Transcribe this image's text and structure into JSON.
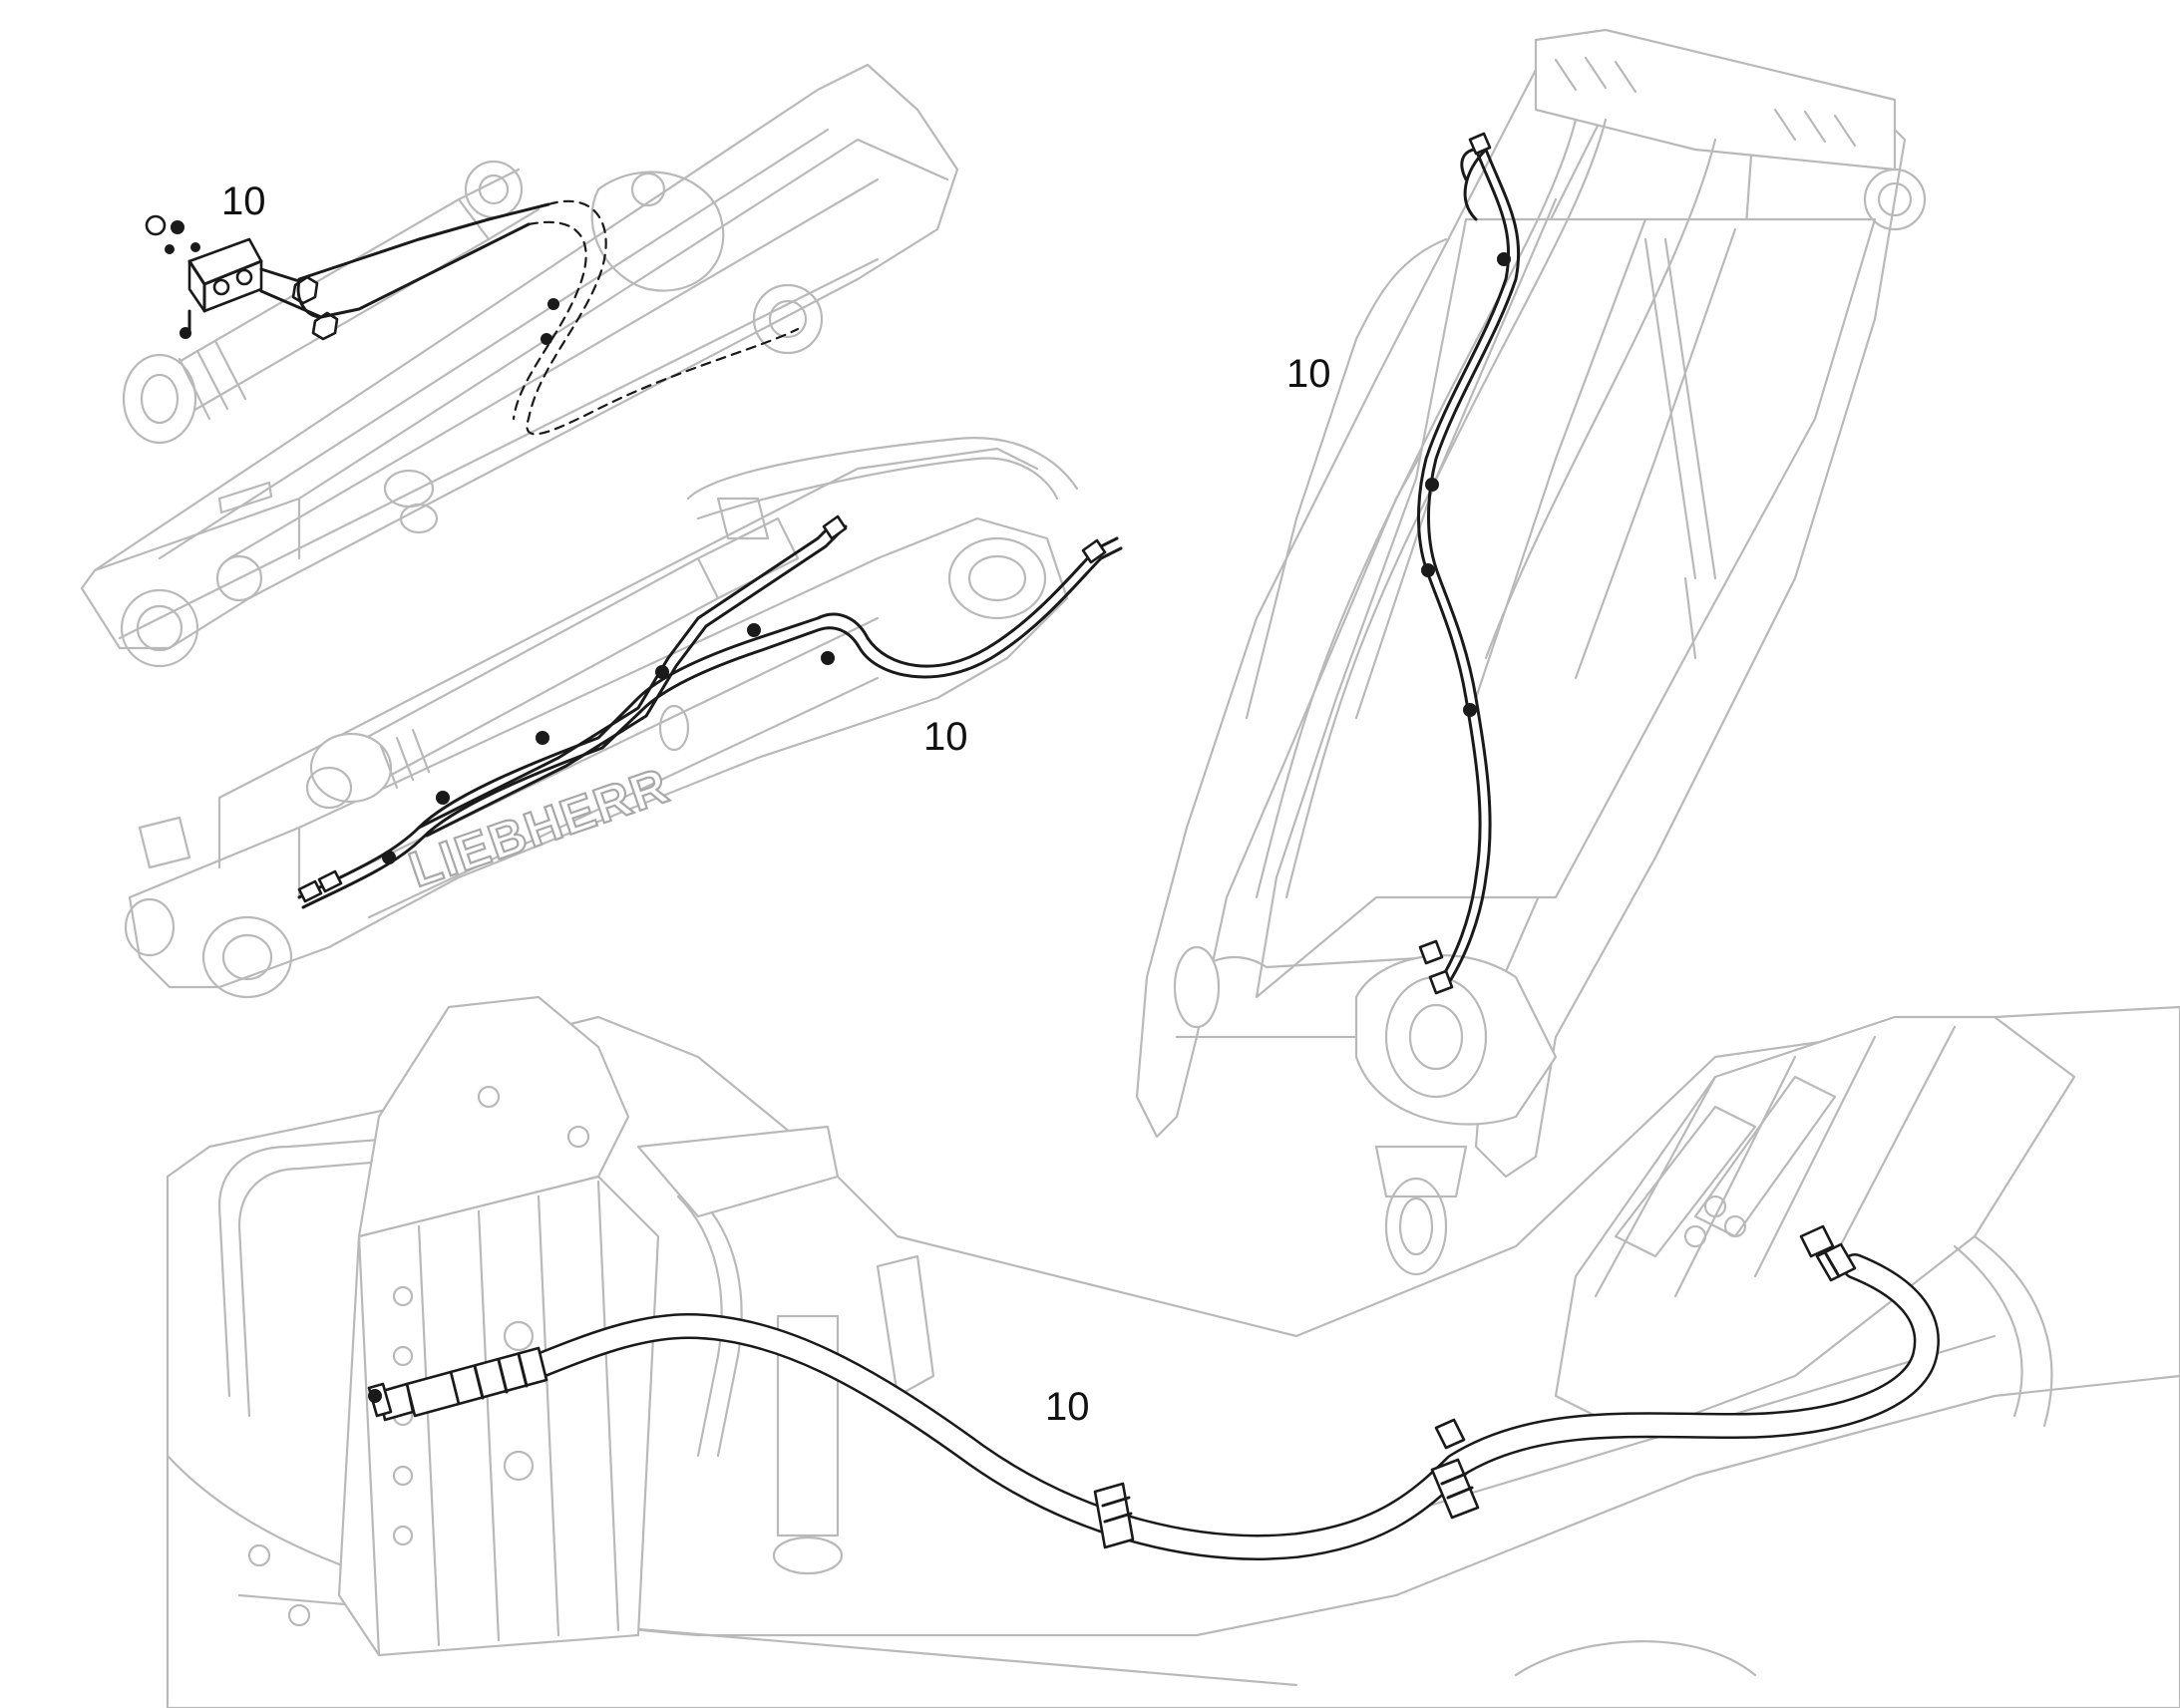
{
  "figure": {
    "views": [
      {
        "id": "stick-cylinder-detail",
        "callout": "10"
      },
      {
        "id": "stick-side-view",
        "callout": "10",
        "brand": "LIEBHERR"
      },
      {
        "id": "boom-top-view",
        "callout": "10"
      },
      {
        "id": "uppercarriage-view",
        "callout": "10"
      }
    ]
  },
  "colors": {
    "line_art": "#1a1a1a",
    "ghost_art": "#b9b9b9",
    "background": "#ffffff"
  }
}
